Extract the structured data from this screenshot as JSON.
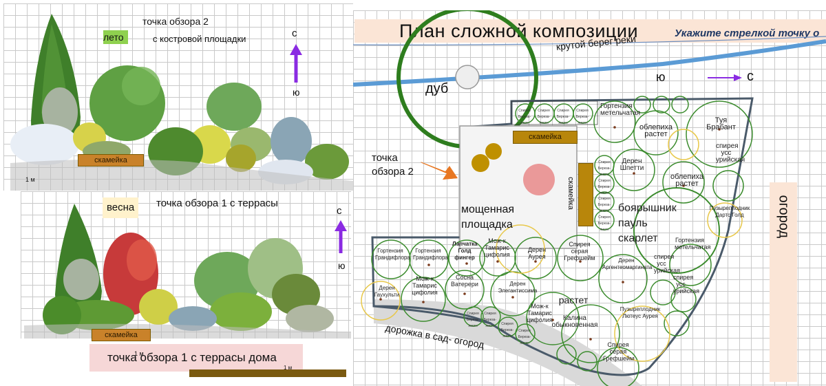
{
  "summer_view": {
    "season_label": "лето",
    "title_line1": "точка обзора 2",
    "title_line2": "с костровой площадки",
    "north": "с",
    "south": "ю",
    "bench_label": "скамейка",
    "scale_label": "1 м"
  },
  "spring_view": {
    "season_label": "весна",
    "title": "точка обзора  1 с террасы",
    "north": "с",
    "south": "ю",
    "bench_label": "скамейка",
    "scale_label": "1 м",
    "scale_label_2": "1 м",
    "bottom_caption": "точка обзора  1 с террасы дома"
  },
  "plan": {
    "title": "План сложной композиции",
    "subtitle": "Укажите стрелкой точку о",
    "river_label": "крутой берег реки",
    "oak_label": "дуб",
    "south": "ю",
    "north": "с",
    "viewpoint_label": "точка обзора 2",
    "paved_area": "мощенная площадка",
    "bench_top": "скамейка",
    "bench_side": "скамейка",
    "path_label": "дорожка в сад- огород",
    "garden_label": "огород",
    "plants": [
      {
        "key": "hydrangea_tree",
        "text": "Гортензия метельчатая"
      },
      {
        "key": "sea_buckthorn_1",
        "text": "облепиха растет"
      },
      {
        "key": "thuja",
        "text": "Туя Брабант"
      },
      {
        "key": "dogwood_shpetti",
        "text": "Дерен Шпетти"
      },
      {
        "key": "sea_buckthorn_2",
        "text": "облепиха растет"
      },
      {
        "key": "hawthorn",
        "text": "боярышник пауль скарлет"
      },
      {
        "key": "spirea_uss_1",
        "text": "спирея усс урийская"
      },
      {
        "key": "bladder_darts",
        "text": "Пузыреплодник Дартс Голд"
      },
      {
        "key": "hydr_grand_1",
        "text": "Гортензия Грандифлора"
      },
      {
        "key": "hydr_grand_2",
        "text": "Гортензия Грандифлора"
      },
      {
        "key": "lapch",
        "text": "Лапчатка Голд фингер"
      },
      {
        "key": "juniper_tam_1",
        "text": "Мож-к Тамарис цифолия"
      },
      {
        "key": "dogwood_aurea",
        "text": "Дерен Аурея"
      },
      {
        "key": "spirea_gref_1",
        "text": "Спирея серая Грефшейм"
      },
      {
        "key": "dogwood_gauch",
        "text": "Дерен Гаухульти"
      },
      {
        "key": "juniper_tam_2",
        "text": "Мож-к Тамарис цифолия"
      },
      {
        "key": "pine",
        "text": "Сосна Ватерери"
      },
      {
        "key": "dogwood_eleg",
        "text": "Дерен Элегантиссима"
      },
      {
        "key": "grows",
        "text": "растет"
      },
      {
        "key": "juniper_tam_3",
        "text": "Мож-к Тамарис цифолия"
      },
      {
        "key": "viburnum",
        "text": "Калина обыкновенная"
      },
      {
        "key": "dogwood_argent",
        "text": "Дерен Аргентеомаргината"
      },
      {
        "key": "hydr_tree_2",
        "text": "Гортензия метельчатая"
      },
      {
        "key": "spirea_uss_2",
        "text": "спирея усс урийская"
      },
      {
        "key": "spirea_uss_3",
        "text": "спирея усс урийская"
      },
      {
        "key": "bladder_lutes",
        "text": "Пузыреплодник Лютеус Аурея"
      },
      {
        "key": "spirea_gref_2",
        "text": "Спирея серая Грефшейм"
      }
    ],
    "small_label": "Спирея Береза- листн"
  },
  "colors": {
    "river": "#5b9bd5",
    "oak_ring": "#2e7d1e",
    "plant_green": "#3c8c2e",
    "plant_yellow": "#e8c84a",
    "bench": "#b8860b",
    "arrow": "#8a2be2",
    "viewpoint_arrow": "#e87722",
    "path": "#d9d9d9",
    "bed_outline": "#4a5a6a"
  }
}
